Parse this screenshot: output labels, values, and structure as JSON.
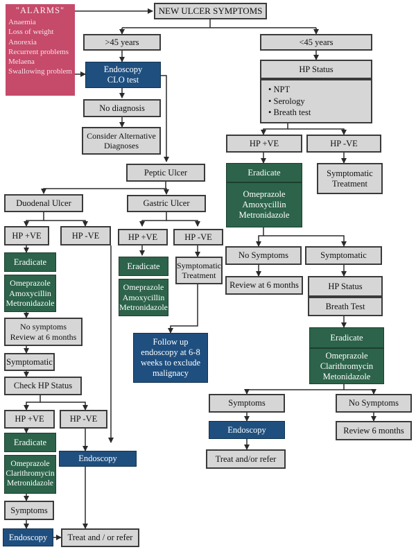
{
  "alarms": {
    "title": "\"ALARMS\"",
    "items": [
      "Anaemia",
      "Loss of weight",
      "Anorexia",
      "Recurrent problems",
      "Melaena",
      "Swallowing  problem"
    ]
  },
  "nodes": {
    "root": "NEW ULCER SYMPTOMS",
    "over45": ">45 years",
    "under45": "<45 years",
    "endoscopy_clo": [
      "Endoscopy",
      "CLO test"
    ],
    "no_diagnosis": "No diagnosis",
    "consider_alt": [
      "Consider Alternative",
      "Diagnoses"
    ],
    "peptic_ulcer": "Peptic Ulcer",
    "duodenal_ulcer": "Duodenal Ulcer",
    "gastric_ulcer": "Gastric Ulcer",
    "hp_status_top": "HP Status",
    "hp_status_list": [
      "NPT",
      "Serology",
      "Breath test"
    ],
    "r_hp_pos": "HP +VE",
    "r_hp_neg": "HP -VE",
    "r_eradicate": "Eradicate",
    "r_drugs": [
      "Omeprazole",
      "Amoxycillin",
      "Metronidazole"
    ],
    "r_symptomatic_treatment": [
      "Symptomatic",
      "Treatment"
    ],
    "r_no_symptoms": "No Symptoms",
    "r_symptomatic": "Symptomatic",
    "r_review6": "Review at 6 months",
    "r_hp_status2": "HP Status",
    "r_breath_test": "Breath Test",
    "r_eradicate2": "Eradicate",
    "r_drugs2": [
      "Omeprazole",
      "Clarithromycin",
      "Metonidazole"
    ],
    "r_symptoms": "Symptoms",
    "r_no_symptoms2": "No Symptoms",
    "r_endoscopy": "Endoscopy",
    "r_review6b": "Review 6 months",
    "r_treat_refer": "Treat and/or refer",
    "d_hp_pos": "HP +VE",
    "d_hp_neg": "HP -VE",
    "d_eradicate": "Eradicate",
    "d_drugs": [
      "Omeprazole",
      "Amoxycillin",
      "Metronidazole"
    ],
    "d_no_symptoms": [
      "No symptoms",
      "Review at 6 months"
    ],
    "d_symptomatic": "Symptomatic",
    "d_check_hp": "Check HP Status",
    "d_hp_pos2": "HP +VE",
    "d_hp_neg2": "HP -VE",
    "d_eradicate2": "Eradicate",
    "d_drugs2": [
      "Omeprazole",
      "Clarithromycin",
      "Metronidazole"
    ],
    "d_symptoms": "Symptoms",
    "d_endoscopy_small": "Endoscopy",
    "d_treat_refer": "Treat and / or refer",
    "d_endoscopy_big": "Endoscopy",
    "g_hp_pos": "HP +VE",
    "g_hp_neg": "HP -VE",
    "g_eradicate": "Eradicate",
    "g_drugs": [
      "Omeprazole",
      "Amoxycillin",
      "Metronidazole"
    ],
    "g_symptomatic_treatment": [
      "Symptomatic",
      "Treatment"
    ],
    "g_followup": [
      "Follow up",
      "endoscopy at 6-8",
      "weeks to exclude",
      "malignacy"
    ]
  },
  "colors": {
    "gray_box": "#d6d6d6",
    "green_box": "#2c634a",
    "blue_box": "#1f4f7f",
    "alarms_box": "#c64a6a",
    "lines": "#2a2a2a"
  }
}
